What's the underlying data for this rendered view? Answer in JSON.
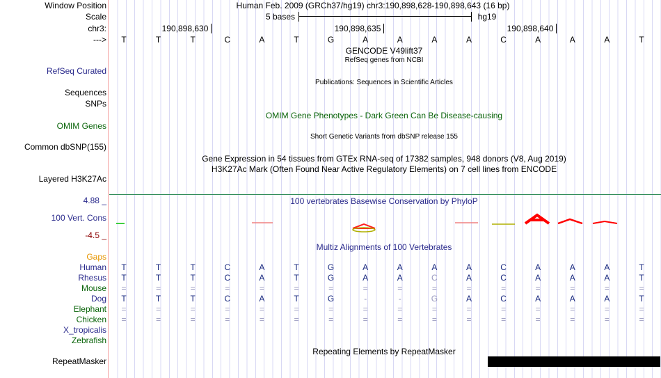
{
  "header": {
    "window_position_label": "Window Position",
    "title": "Human Feb. 2009 (GRCh37/hg19)   chr3:190,898,628-190,898,643 (16 bp)",
    "scale_label": "Scale",
    "scale_text": "5 bases",
    "scale_assembly": "hg19",
    "chrom_label": "chr3:",
    "strand_label": "--->",
    "positions": [
      "190,898,630",
      "190,898,635",
      "190,898,640"
    ]
  },
  "bases": [
    "T",
    "T",
    "T",
    "C",
    "A",
    "T",
    "G",
    "A",
    "A",
    "A",
    "A",
    "C",
    "A",
    "A",
    "A",
    "T"
  ],
  "tracks": {
    "gencode": "GENCODE V49lift37",
    "refseq_sub": "RefSeq genes from NCBI",
    "refseq_label": "RefSeq Curated",
    "publications": "Publications: Sequences in Scientific Articles",
    "sequences_label": "Sequences",
    "snps_label": "SNPs",
    "omim_title": "OMIM Gene Phenotypes - Dark Green Can Be Disease-causing",
    "omim_label": "OMIM Genes",
    "dbsnp_title": "Short Genetic Variants from dbSNP release 155",
    "dbsnp_label": "Common dbSNP(155)",
    "gtex_title": "Gene Expression in 54 tissues from GTEx RNA-seq of 17382 samples, 948 donors (V8, Aug 2019)",
    "h3k27ac_title": "H3K27Ac Mark (Often Found Near Active Regulatory Elements) on 7 cell lines from ENCODE",
    "layered_label": "Layered H3K27Ac",
    "cons_max": "4.88 _",
    "cons_title": "100 vertebrates Basewise Conservation by PhyloP",
    "cons_label": "100 Vert. Cons",
    "cons_min": "-4.5 _",
    "multiz_title": "Multiz Alignments of 100 Vertebrates",
    "gaps_label": "Gaps",
    "repeat_title": "Repeating Elements by RepeatMasker",
    "repeat_label": "RepeatMasker"
  },
  "alignment": [
    {
      "species": "Human",
      "color": "navy",
      "seq": "TTTCATGAAAACAAAT"
    },
    {
      "species": "Rhesus",
      "color": "navy",
      "seq": "TTTCATGAACACAAAT",
      "gray": [
        9
      ]
    },
    {
      "species": "Mouse",
      "color": "green",
      "seq": "================"
    },
    {
      "species": "Dog",
      "color": "navy",
      "seq": "TTTCATG--GACAAAT",
      "gray": [
        7,
        8,
        9
      ]
    },
    {
      "species": "Elephant",
      "color": "green",
      "seq": "================"
    },
    {
      "species": "Chicken",
      "color": "green",
      "seq": "================"
    },
    {
      "species": "X_tropicalis",
      "color": "navy",
      "seq": ""
    },
    {
      "species": "Zebrafish",
      "color": "green",
      "seq": ""
    }
  ]
}
